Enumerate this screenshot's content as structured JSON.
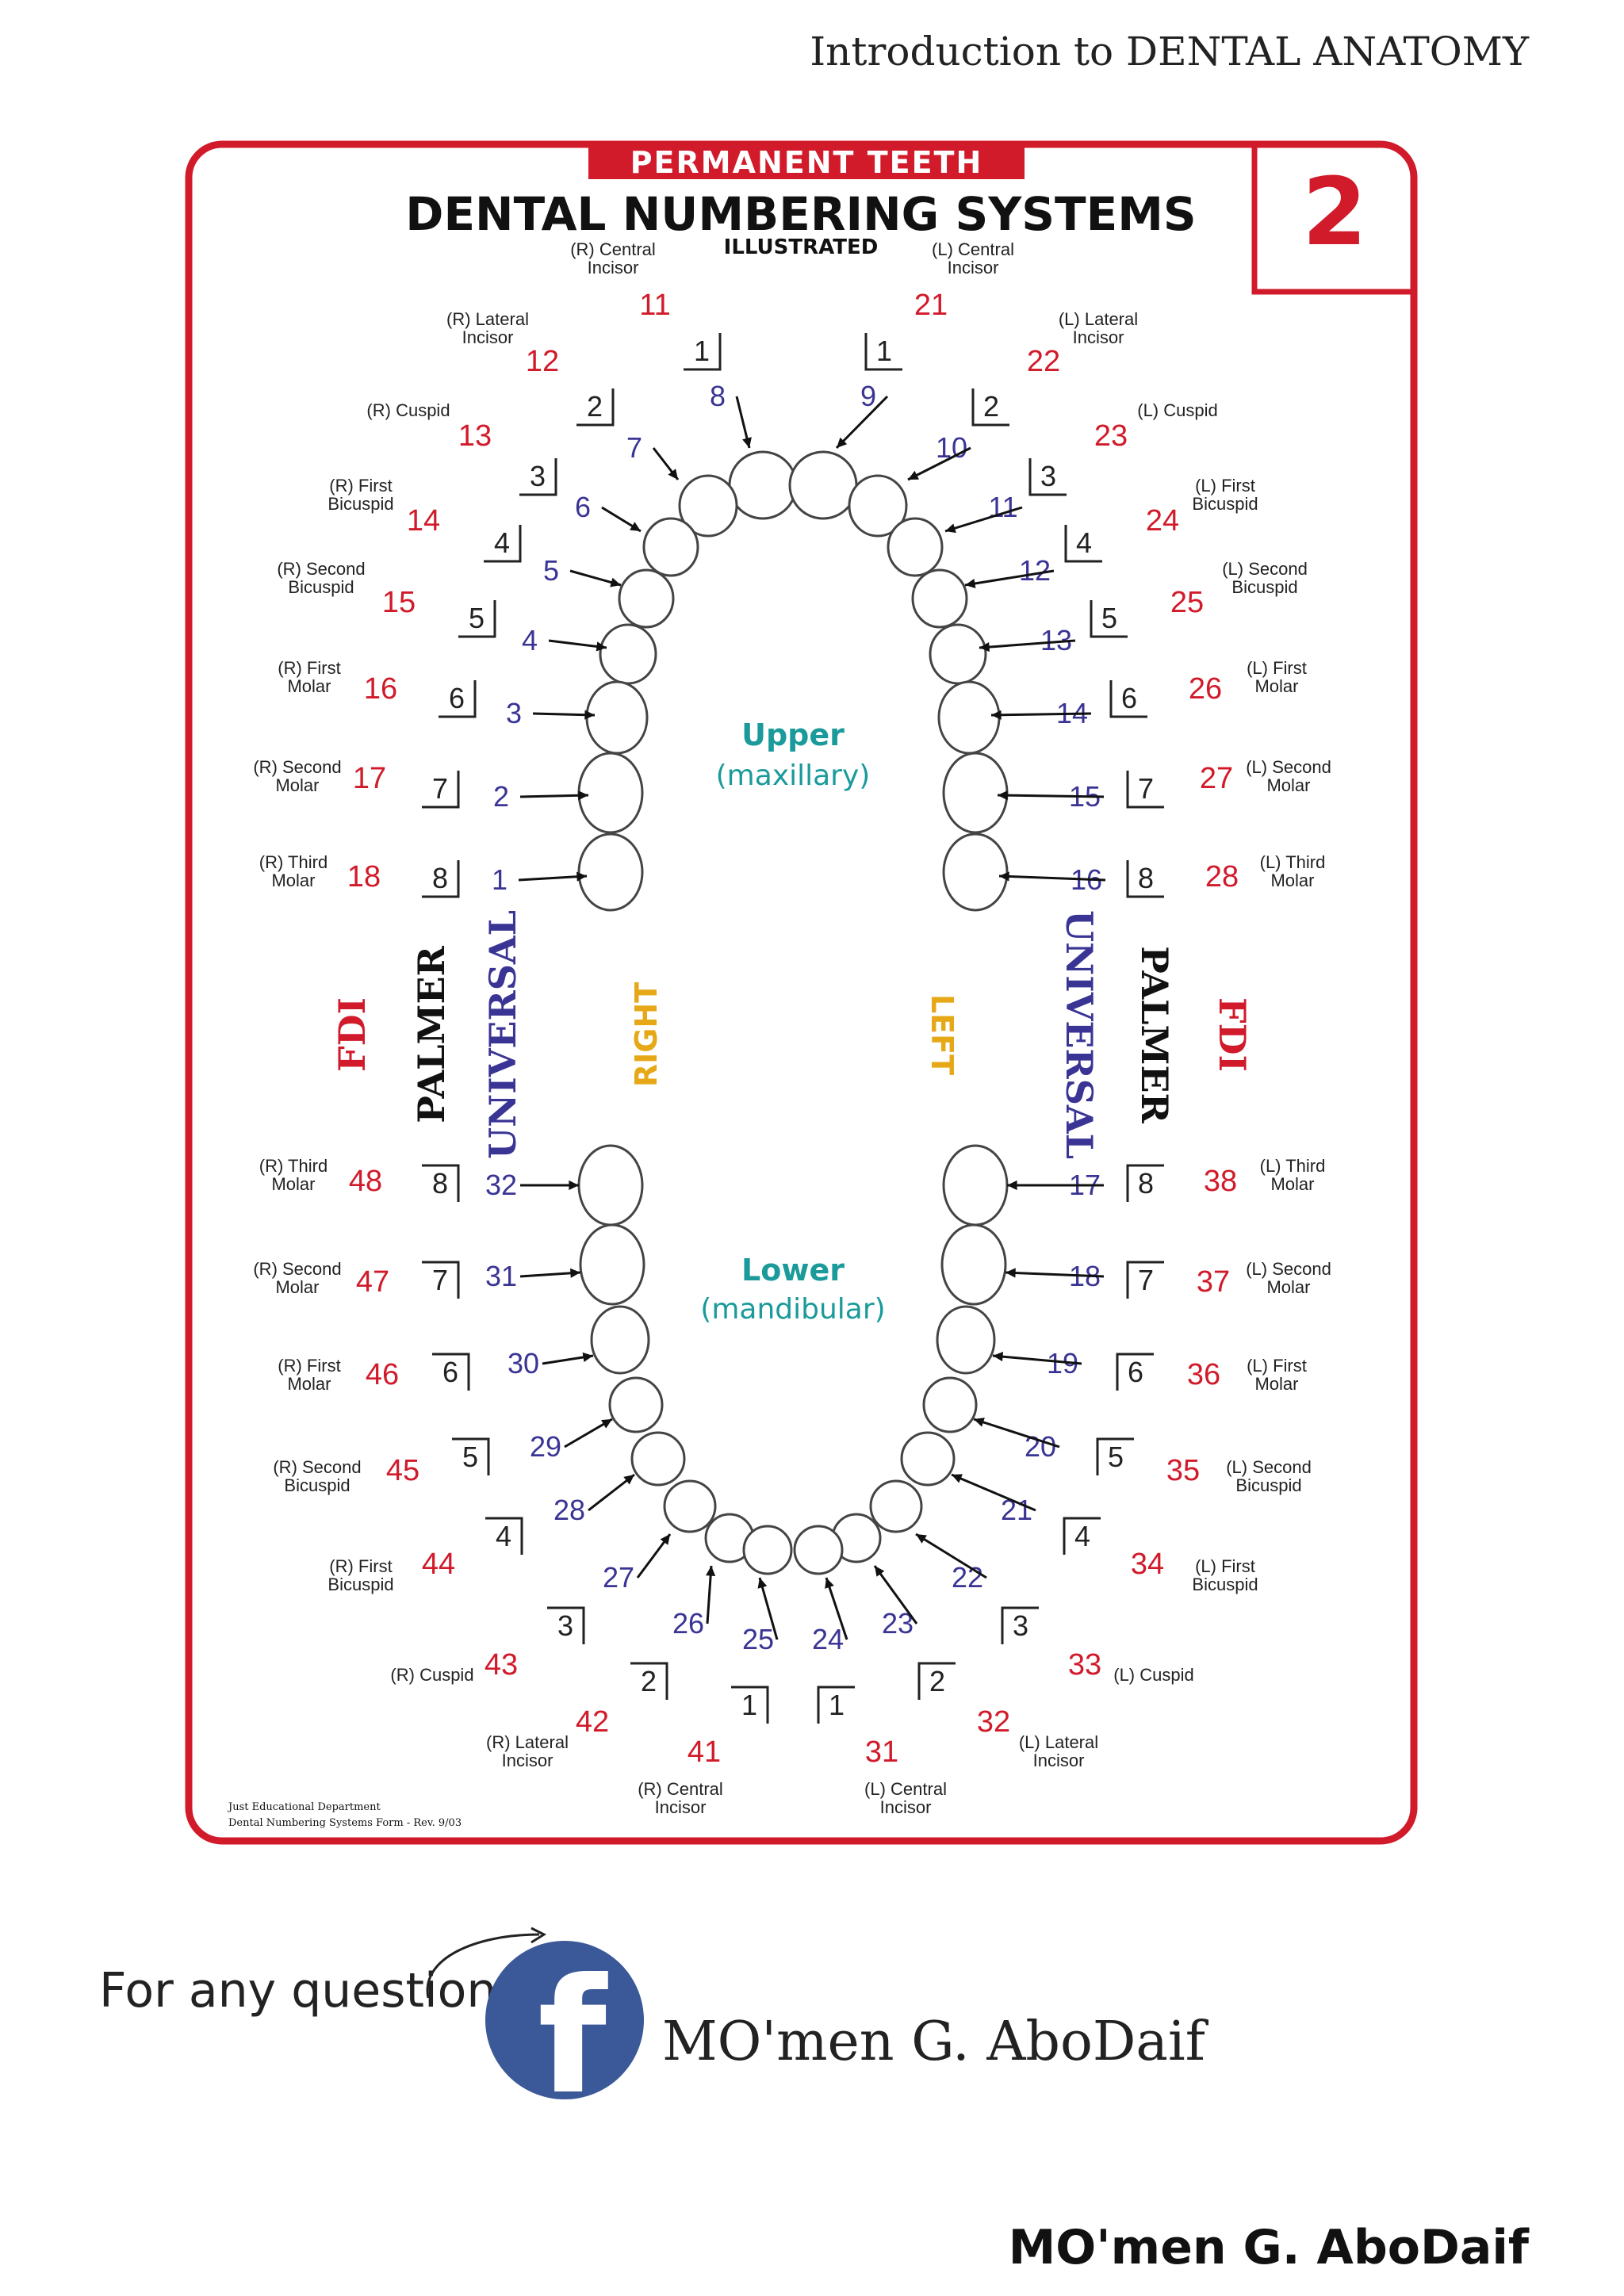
{
  "doc_header": "Introduction to DENTAL ANATOMY",
  "card": {
    "banner": "PERMANENT TEETH",
    "title": "DENTAL NUMBERING SYSTEMS",
    "subtitle": "ILLUSTRATED",
    "page_number": "2",
    "upper_label": "Upper",
    "upper_sub": "(maxillary)",
    "lower_label": "Lower",
    "lower_sub": "(mandibular)",
    "side_right": "RIGHT",
    "side_left": "LEFT",
    "system_fdi": "FDI",
    "system_palmer": "PALMER",
    "system_universal": "UNIVERSAL",
    "credit_line1": "Just Educational Department",
    "credit_line2": "Dental Numbering Systems Form - Rev. 9/03"
  },
  "colors": {
    "brand_red": "#d11a2a",
    "fdi_red": "#d11a2a",
    "universal_blue": "#3a3494",
    "side_gold": "#e6a817",
    "jaw_teal": "#1a9a9a",
    "ink": "#222222",
    "facebook_blue": "#3b5998"
  },
  "icons": {
    "facebook": "facebook-icon"
  },
  "upper_left_side": [
    {
      "name": "(R) Central\nIncisor",
      "fdi": "11",
      "palmer": "1",
      "universal": "8"
    },
    {
      "name": "(R) Lateral\nIncisor",
      "fdi": "12",
      "palmer": "2",
      "universal": "7"
    },
    {
      "name": "(R) Cuspid",
      "fdi": "13",
      "palmer": "3",
      "universal": "6"
    },
    {
      "name": "(R) First\nBicuspid",
      "fdi": "14",
      "palmer": "4",
      "universal": "5"
    },
    {
      "name": "(R) Second\nBicuspid",
      "fdi": "15",
      "palmer": "5",
      "universal": "4"
    },
    {
      "name": "(R) First\nMolar",
      "fdi": "16",
      "palmer": "6",
      "universal": "3"
    },
    {
      "name": "(R) Second\nMolar",
      "fdi": "17",
      "palmer": "7",
      "universal": "2"
    },
    {
      "name": "(R) Third\nMolar",
      "fdi": "18",
      "palmer": "8",
      "universal": "1"
    }
  ],
  "upper_right_side": [
    {
      "name": "(L) Central\nIncisor",
      "fdi": "21",
      "palmer": "1",
      "universal": "9"
    },
    {
      "name": "(L) Lateral\nIncisor",
      "fdi": "22",
      "palmer": "2",
      "universal": "10"
    },
    {
      "name": "(L) Cuspid",
      "fdi": "23",
      "palmer": "3",
      "universal": "11"
    },
    {
      "name": "(L) First\nBicuspid",
      "fdi": "24",
      "palmer": "4",
      "universal": "12"
    },
    {
      "name": "(L) Second\nBicuspid",
      "fdi": "25",
      "palmer": "5",
      "universal": "13"
    },
    {
      "name": "(L) First\nMolar",
      "fdi": "26",
      "palmer": "6",
      "universal": "14"
    },
    {
      "name": "(L) Second\nMolar",
      "fdi": "27",
      "palmer": "7",
      "universal": "15"
    },
    {
      "name": "(L) Third\nMolar",
      "fdi": "28",
      "palmer": "8",
      "universal": "16"
    }
  ],
  "lower_left_side": [
    {
      "name": "(R) Third\nMolar",
      "fdi": "48",
      "palmer": "8",
      "universal": "32"
    },
    {
      "name": "(R) Second\nMolar",
      "fdi": "47",
      "palmer": "7",
      "universal": "31"
    },
    {
      "name": "(R) First\nMolar",
      "fdi": "46",
      "palmer": "6",
      "universal": "30"
    },
    {
      "name": "(R) Second\nBicuspid",
      "fdi": "45",
      "palmer": "5",
      "universal": "29"
    },
    {
      "name": "(R) First\nBicuspid",
      "fdi": "44",
      "palmer": "4",
      "universal": "28"
    },
    {
      "name": "(R) Cuspid",
      "fdi": "43",
      "palmer": "3",
      "universal": "27"
    },
    {
      "name": "(R) Lateral\nIncisor",
      "fdi": "42",
      "palmer": "2",
      "universal": "26"
    },
    {
      "name": "(R) Central\nIncisor",
      "fdi": "41",
      "palmer": "1",
      "universal": "25"
    }
  ],
  "lower_right_side": [
    {
      "name": "(L) Third\nMolar",
      "fdi": "38",
      "palmer": "8",
      "universal": "17"
    },
    {
      "name": "(L) Second\nMolar",
      "fdi": "37",
      "palmer": "7",
      "universal": "18"
    },
    {
      "name": "(L) First\nMolar",
      "fdi": "36",
      "palmer": "6",
      "universal": "19"
    },
    {
      "name": "(L) Second\nBicuspid",
      "fdi": "35",
      "palmer": "5",
      "universal": "20"
    },
    {
      "name": "(L) First\nBicuspid",
      "fdi": "34",
      "palmer": "4",
      "universal": "21"
    },
    {
      "name": "(L) Cuspid",
      "fdi": "33",
      "palmer": "3",
      "universal": "22"
    },
    {
      "name": "(L) Lateral\nIncisor",
      "fdi": "32",
      "palmer": "2",
      "universal": "23"
    },
    {
      "name": "(L) Central\nIncisor",
      "fdi": "31",
      "palmer": "1",
      "universal": "24"
    }
  ],
  "footer": {
    "contact_label": "For any question:",
    "author_fb": "MO'men G. AboDaif",
    "author_footer": "MO'men G. AboDaif"
  }
}
